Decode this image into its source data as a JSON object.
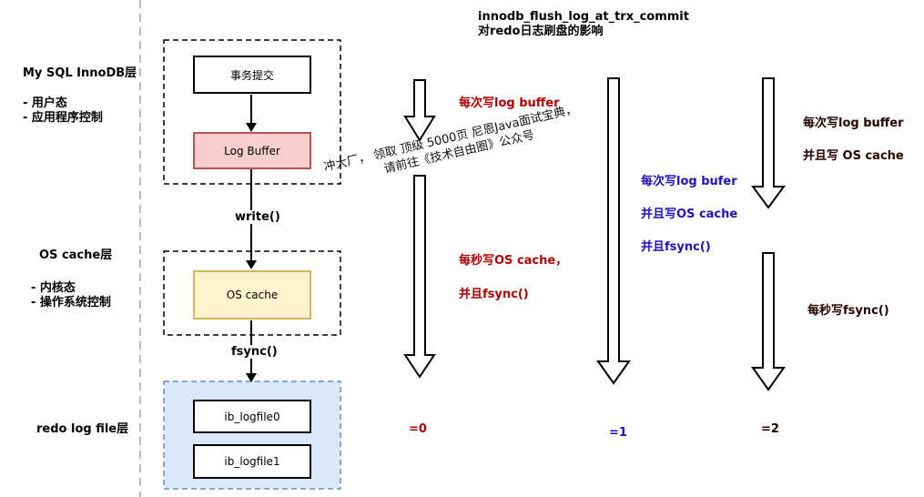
{
  "title": {
    "line1": "innodb_flush_log_at_trx_commit",
    "line2": "对redo日志刷盘的影响"
  },
  "layers": {
    "mysql": {
      "title": "My SQL InnoDB层",
      "items": [
        "- 用户态",
        "- 应用程序控制"
      ]
    },
    "os": {
      "title": "OS cache层",
      "items": [
        "- 内核态",
        "- 操作系统控制"
      ]
    },
    "redo": {
      "title": "redo log file层"
    }
  },
  "flow": {
    "commit": "事务提交",
    "log_buffer": "Log Buffer",
    "write": "write()",
    "os_cache": "OS cache",
    "fsync": "fsync()",
    "logfile0": "ib_logfile0",
    "logfile1": "ib_logfile1"
  },
  "settings": {
    "zero": {
      "value": "=0",
      "step1": "每次写log buffer",
      "step2_line1": "每秒写OS cache，",
      "step2_line2": "并且fsync()"
    },
    "one": {
      "value": "=1",
      "line1": "每次写log bufer",
      "line2": "并且写OS cache",
      "line3": "并且fsync()"
    },
    "two": {
      "value": "=2",
      "line1": "每次写log buffer",
      "line2": "并且写 OS cache",
      "line3": "每秒写fsync()"
    }
  },
  "watermark": {
    "line1": "冲大厂， 领取 顶级  5000页 尼恩Java面试宝典，",
    "line2": "请前往《技术自由圈》公众号"
  },
  "colors": {
    "red_text": "#b20000",
    "blue_text": "#1f10c0",
    "log_buffer_fill": "#f8cecc",
    "log_buffer_border": "#b85450",
    "os_cache_fill": "#fff2cc",
    "os_cache_border": "#d6b656",
    "redo_fill": "#dae8fc",
    "redo_border": "#6c8ebf"
  }
}
